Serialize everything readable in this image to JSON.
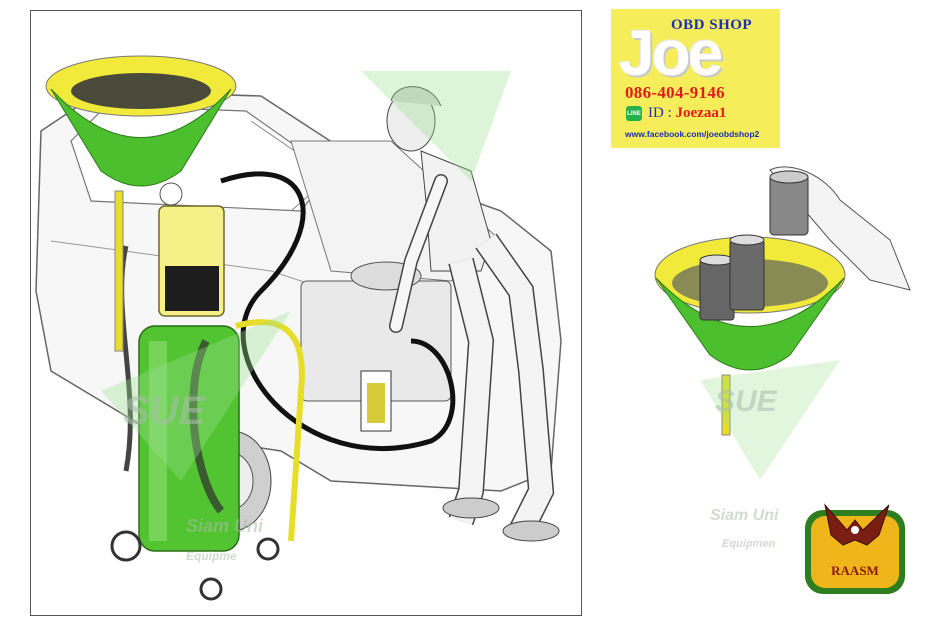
{
  "main_illustration": {
    "watermark_logo": "SUE",
    "watermark_company": "Siam Uni",
    "watermark_equipment": "Equipme"
  },
  "shop_card": {
    "shop_name": "OBD SHOP",
    "brand": "Joe",
    "phone": "086-404-9146",
    "line_label": "ID :",
    "line_id": "Joezaa1",
    "facebook_url": "www.facebook.com/joeobdshop2"
  },
  "funnel_detail": {
    "watermark_logo": "SUE",
    "watermark_company": "Siam Uni",
    "watermark_equipment": "Equipmen"
  },
  "brand_logo": {
    "text": "RAASM"
  }
}
